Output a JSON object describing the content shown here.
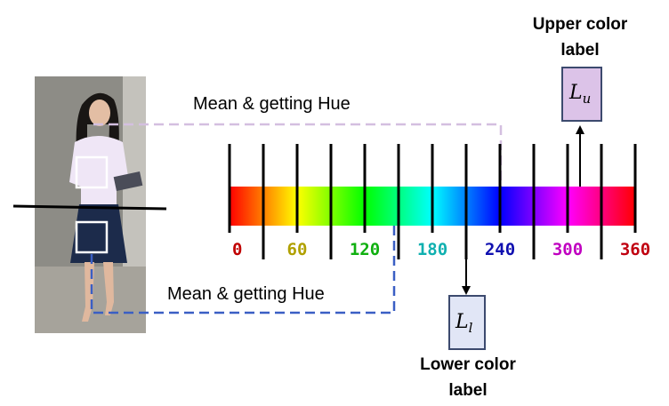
{
  "annotations": {
    "upper_mean": "Mean & getting Hue",
    "lower_mean": "Mean & getting Hue",
    "upper_title_line1": "Upper color",
    "upper_title_line2": "label",
    "lower_title_line1": "Lower color",
    "lower_title_line2": "label"
  },
  "labels": {
    "upper_symbol": "L",
    "upper_sub": "u",
    "lower_symbol": "L",
    "lower_sub": "l"
  },
  "hue_scale": {
    "ticks": [
      {
        "label": "0",
        "hue": 0,
        "color": "#c00000"
      },
      {
        "label": "60",
        "hue": 60,
        "color": "#b0a000"
      },
      {
        "label": "120",
        "hue": 120,
        "color": "#10b010"
      },
      {
        "label": "180",
        "hue": 180,
        "color": "#10b0b0"
      },
      {
        "label": "240",
        "hue": 240,
        "color": "#1010b0"
      },
      {
        "label": "300",
        "hue": 300,
        "color": "#c000c0"
      },
      {
        "label": "360",
        "hue": 360,
        "color": "#c00010"
      }
    ],
    "upper_hue": 320,
    "lower_hue": 225
  },
  "colors": {
    "upper_dashed": "#d4bfe0",
    "lower_dashed": "#3a5fc4",
    "upper_box_fill": "#dcc3e8",
    "lower_box_fill": "#e1e6f6",
    "box_stroke": "#3c4a6e"
  }
}
